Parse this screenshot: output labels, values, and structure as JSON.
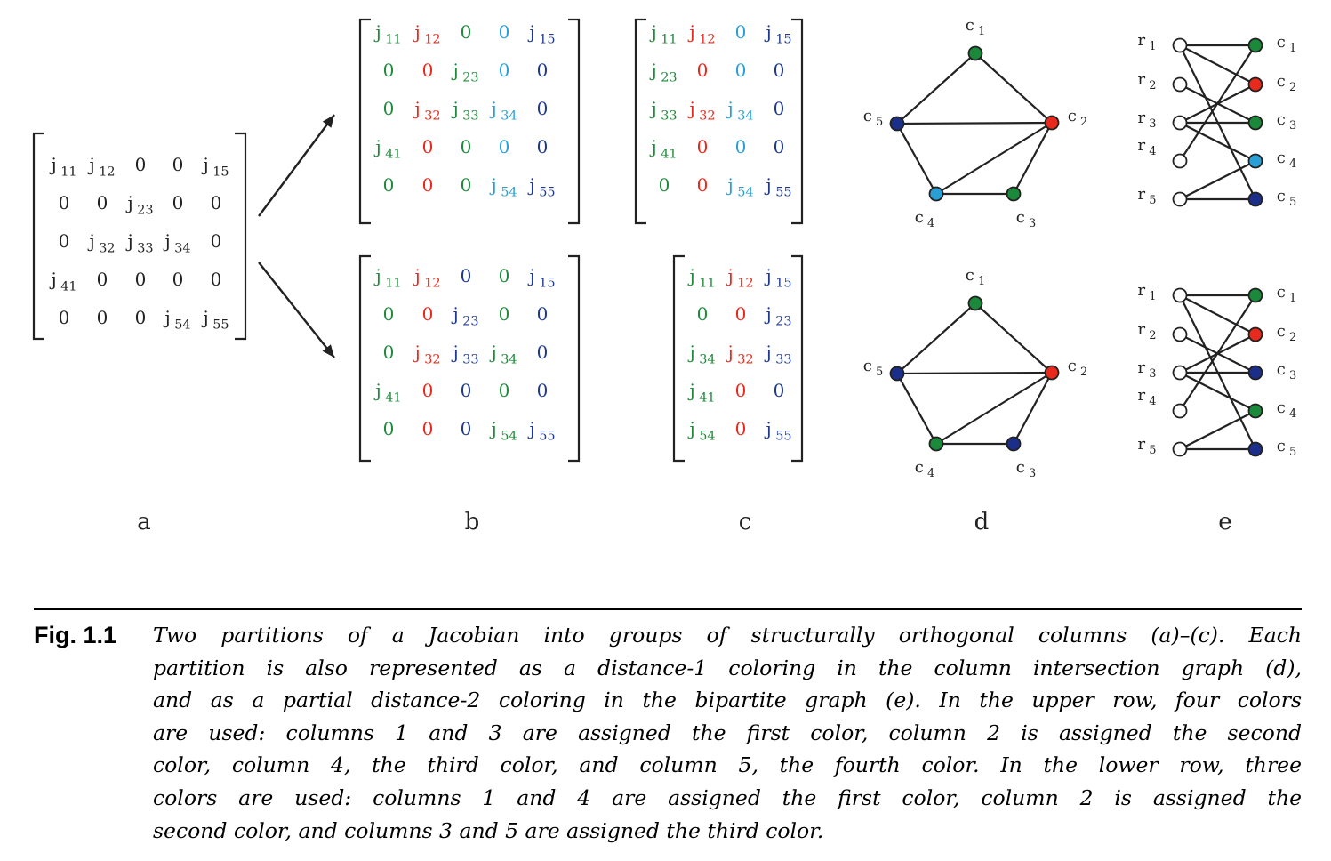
{
  "colors": {
    "green": "#1f8a3b",
    "red": "#e8291c",
    "blue": "#1f3a8c",
    "cyan": "#2a9fd6",
    "black": "#222222",
    "node_green": "#1a8a3a",
    "node_red": "#e8291c",
    "node_blue": "#1a2e8a",
    "node_cyan": "#2a9fd6"
  },
  "panels": {
    "a": {
      "label": "a",
      "matrix": [
        [
          "j11",
          "j12",
          "0",
          "0",
          "j15"
        ],
        [
          "0",
          "0",
          "j23",
          "0",
          "0"
        ],
        [
          "0",
          "j32",
          "j33",
          "j34",
          "0"
        ],
        [
          "j41",
          "0",
          "0",
          "0",
          "0"
        ],
        [
          "0",
          "0",
          "0",
          "j54",
          "j55"
        ]
      ]
    },
    "b": {
      "label": "b",
      "upper": {
        "cells": [
          [
            "j11",
            "j12",
            "0",
            "0",
            "j15"
          ],
          [
            "0",
            "0",
            "j23",
            "0",
            "0"
          ],
          [
            "0",
            "j32",
            "j33",
            "j34",
            "0"
          ],
          [
            "j41",
            "0",
            "0",
            "0",
            "0"
          ],
          [
            "0",
            "0",
            "0",
            "j54",
            "j55"
          ]
        ],
        "column_colors": [
          "green",
          "red",
          "green",
          "cyan",
          "blue"
        ]
      },
      "lower": {
        "cells": [
          [
            "j11",
            "j12",
            "0",
            "0",
            "j15"
          ],
          [
            "0",
            "0",
            "j23",
            "0",
            "0"
          ],
          [
            "0",
            "j32",
            "j33",
            "j34",
            "0"
          ],
          [
            "j41",
            "0",
            "0",
            "0",
            "0"
          ],
          [
            "0",
            "0",
            "0",
            "j54",
            "j55"
          ]
        ],
        "column_colors": [
          "green",
          "red",
          "blue",
          "green",
          "blue"
        ]
      }
    },
    "c": {
      "label": "c",
      "upper": {
        "cells": [
          [
            "j11",
            "j12",
            "0",
            "j15"
          ],
          [
            "j23",
            "0",
            "0",
            "0"
          ],
          [
            "j33",
            "j32",
            "j34",
            "0"
          ],
          [
            "j41",
            "0",
            "0",
            "0"
          ],
          [
            "0",
            "0",
            "j54",
            "j55"
          ]
        ],
        "column_colors": [
          "green",
          "red",
          "cyan",
          "blue"
        ]
      },
      "lower": {
        "cells": [
          [
            "j11",
            "j12",
            "j15"
          ],
          [
            "0",
            "0",
            "j23"
          ],
          [
            "j34",
            "j32",
            "j33"
          ],
          [
            "j41",
            "0",
            "0"
          ],
          [
            "j54",
            "0",
            "j55"
          ]
        ],
        "column_colors": [
          "green",
          "red",
          "blue"
        ]
      }
    },
    "d": {
      "label": "d",
      "node_labels": [
        "c1",
        "c2",
        "c3",
        "c4",
        "c5"
      ],
      "edges": [
        [
          "c1",
          "c2"
        ],
        [
          "c1",
          "c5"
        ],
        [
          "c5",
          "c2"
        ],
        [
          "c5",
          "c4"
        ],
        [
          "c4",
          "c2"
        ],
        [
          "c4",
          "c3"
        ],
        [
          "c3",
          "c2"
        ]
      ],
      "upper_colors": [
        "green",
        "red",
        "green",
        "cyan",
        "blue"
      ],
      "lower_colors": [
        "green",
        "red",
        "blue",
        "green",
        "blue"
      ]
    },
    "e": {
      "label": "e",
      "row_labels": [
        "r1",
        "r2",
        "r3",
        "r4",
        "r5"
      ],
      "col_labels": [
        "c1",
        "c2",
        "c3",
        "c4",
        "c5"
      ],
      "edges": [
        [
          "r1",
          "c1"
        ],
        [
          "r1",
          "c2"
        ],
        [
          "r1",
          "c5"
        ],
        [
          "r2",
          "c3"
        ],
        [
          "r3",
          "c2"
        ],
        [
          "r3",
          "c3"
        ],
        [
          "r3",
          "c4"
        ],
        [
          "r4",
          "c1"
        ],
        [
          "r5",
          "c4"
        ],
        [
          "r5",
          "c5"
        ]
      ],
      "upper_colors": [
        "green",
        "red",
        "green",
        "cyan",
        "blue"
      ],
      "lower_colors": [
        "green",
        "red",
        "blue",
        "green",
        "blue"
      ]
    }
  },
  "caption": {
    "label": "Fig. 1.1",
    "lines": [
      "Two partitions of a Jacobian into groups of structurally orthogonal columns (a)–(c). Each",
      "partition is also represented as a distance-1 coloring in the column intersection graph (d),",
      "and as a partial distance-2 coloring in the bipartite graph (e). In the upper row, four colors",
      "are used: columns 1 and 3 are assigned the first color, column 2 is assigned the second",
      "color, column 4, the third color, and column 5, the fourth color. In the lower row, three",
      "colors are used: columns 1 and 4 are assigned the first color, column 2 is assigned the",
      "second color, and columns 3 and 5 are assigned the third color."
    ]
  }
}
